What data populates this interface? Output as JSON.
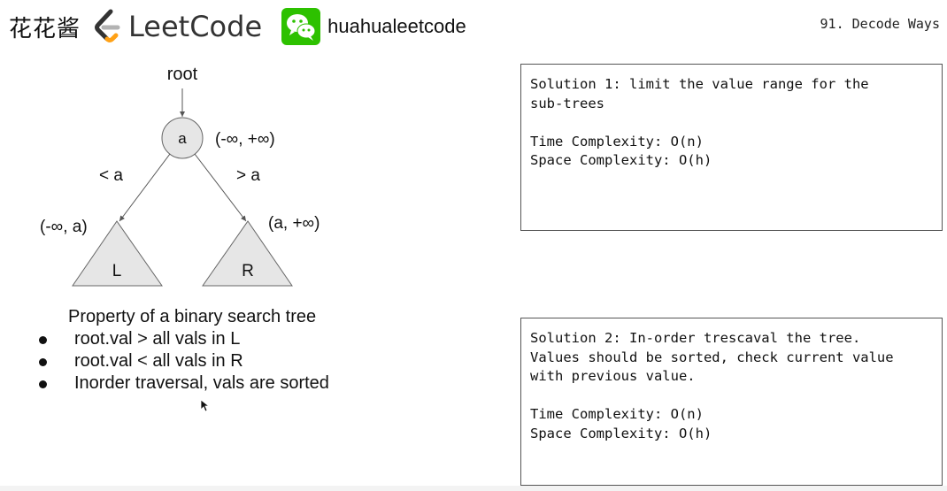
{
  "header": {
    "brand_cn": "花花酱",
    "leetcode_text": "LeetCode",
    "wechat_handle": "huahualeetcode",
    "page_title": "91. Decode Ways"
  },
  "tree": {
    "root_label": "root",
    "node_label": "a",
    "root_range": "(-∞, +∞)",
    "left_edge": "< a",
    "right_edge": "> a",
    "left_range": "(-∞, a)",
    "right_range": "(a, +∞)",
    "left_subtree": "L",
    "right_subtree": "R"
  },
  "property": {
    "title": "Property of a binary search tree",
    "items": [
      "root.val > all vals in L",
      "root.val < all vals in R",
      "Inorder traversal, vals are sorted"
    ]
  },
  "solutions": {
    "sol1": "Solution 1: limit the value range for the\nsub-trees\n\nTime Complexity: O(n)\nSpace Complexity: O(h)",
    "sol2": "Solution 2: In-order trescaval the tree.\nValues should be sorted, check current value\nwith previous value.\n\nTime Complexity: O(n)\nSpace Complexity: O(h)"
  },
  "colors": {
    "leetcode_orange": "#FFA116",
    "leetcode_gray": "#333333",
    "wechat_green": "#2DC100",
    "node_fill": "#e6e6e6",
    "box_border": "#555555"
  }
}
